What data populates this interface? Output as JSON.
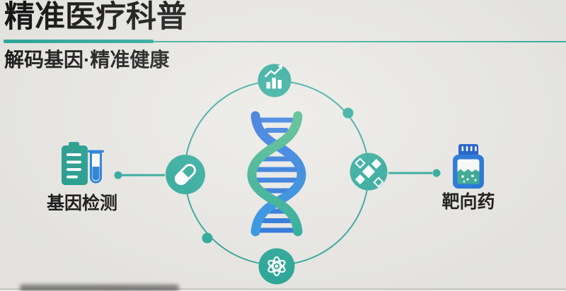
{
  "header": {
    "title": "精准医疗科普",
    "subtitle": "解码基因·精准健康"
  },
  "diagram": {
    "hub_icon": "dna-helix",
    "orbit_icons": [
      {
        "position": "top",
        "name": "bar-chart-growth-icon"
      },
      {
        "position": "left",
        "name": "capsule-pill-icon"
      },
      {
        "position": "right",
        "name": "molecule-sparkles-icon"
      },
      {
        "position": "bottom",
        "name": "atom-icon"
      }
    ],
    "left_item": {
      "icon": "test-report-and-tube-icon",
      "label": "基因检测"
    },
    "right_item": {
      "icon": "medicine-bottle-icon",
      "label": "靶向药"
    }
  },
  "colors": {
    "background": "#E9E8E4",
    "teal": "#23A696",
    "teal_line": "#2AA79A",
    "green": "#3BB17C",
    "blue_deep": "#1C63D6",
    "blue": "#1E7BD9",
    "text": "#141414"
  }
}
